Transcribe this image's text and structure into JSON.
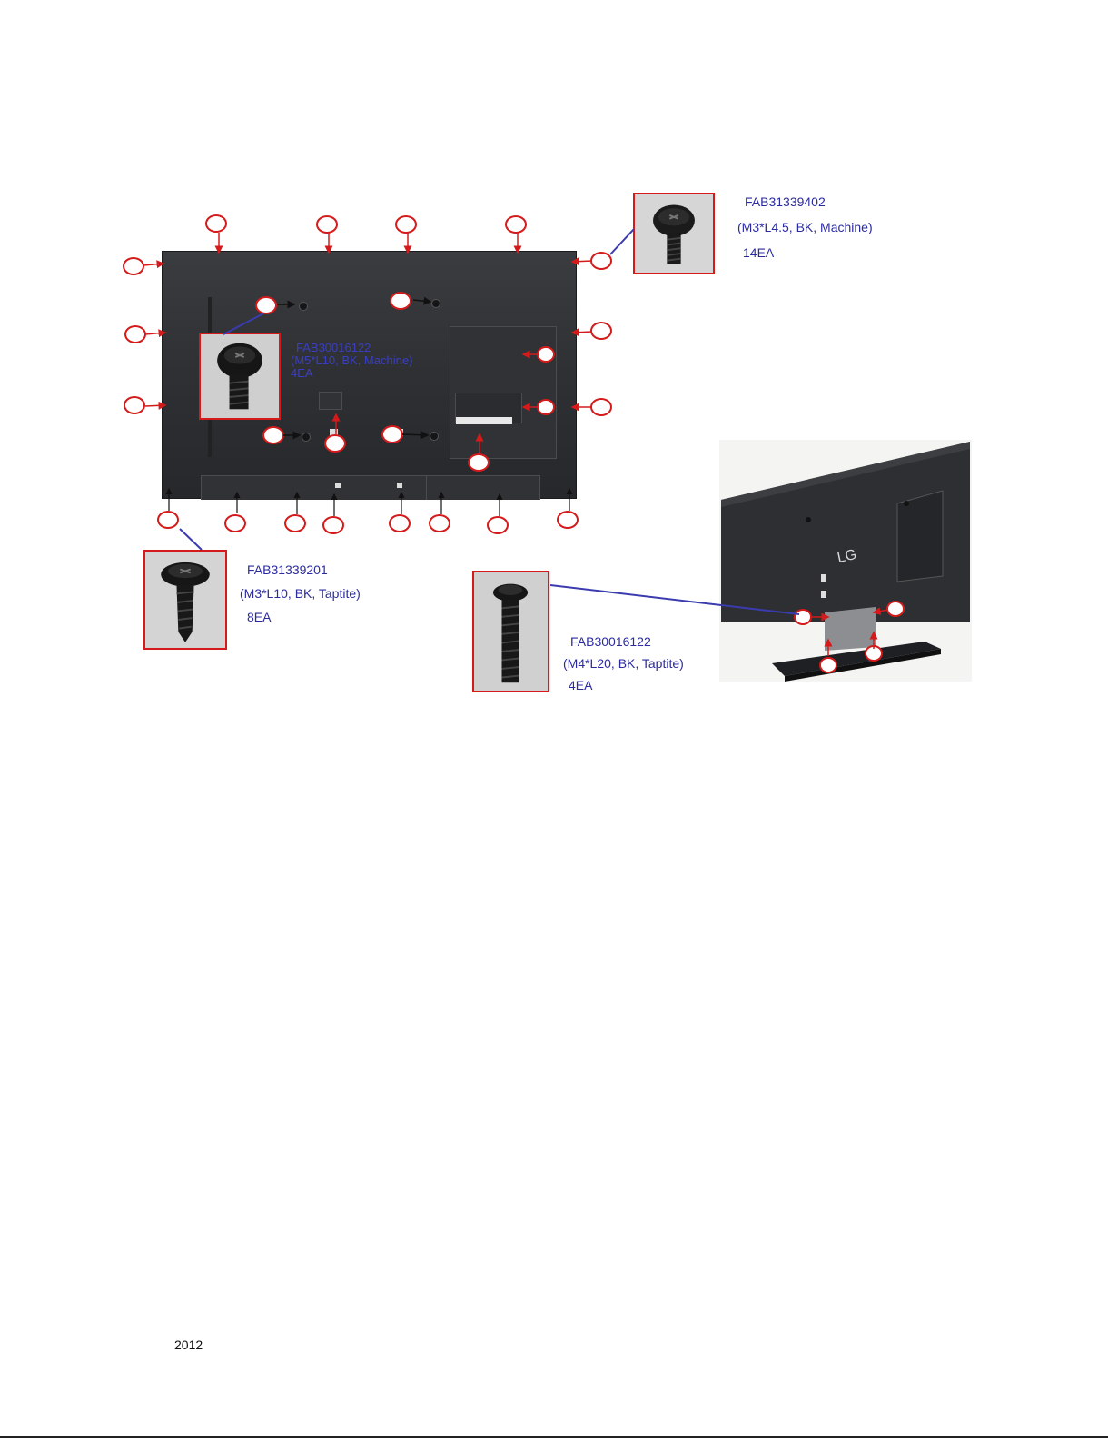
{
  "screws": [
    {
      "part_no": "FAB31339402",
      "spec": "(M3*L4.5, BK, Machine)",
      "qty": "14EA"
    },
    {
      "part_no": "FAB30016122",
      "spec": "(M5*L10, BK, Machine)",
      "qty": "4EA"
    },
    {
      "part_no": "FAB31339201",
      "spec": "(M3*L10, BK, Taptite)",
      "qty": "8EA"
    },
    {
      "part_no": "FAB30016122",
      "spec": "(M4*L20, BK, Taptite)",
      "qty": "4EA"
    }
  ],
  "tv_logo": "LG",
  "footer": {
    "year": "2012"
  },
  "colors": {
    "callout": "#d41a1a",
    "leader_line": "#3b3bb0",
    "label_text": "#2b2ba0"
  }
}
